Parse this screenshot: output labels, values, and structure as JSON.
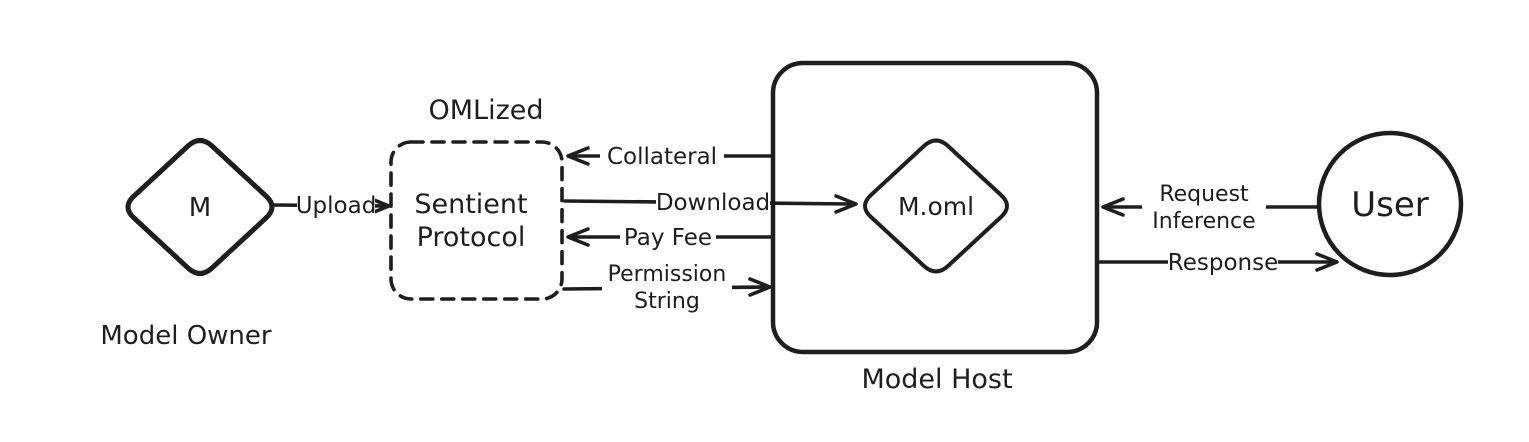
{
  "diagram": {
    "background": "#ffffff",
    "stroke_color": "#1e1e1e",
    "nodes": {
      "model_owner": {
        "shape": "diamond",
        "label": "M",
        "caption": "Model Owner"
      },
      "sentient_protocol": {
        "shape": "dashed-rounded-rect",
        "caption": "OMLized",
        "label_line1": "Sentient",
        "label_line2": "Protocol"
      },
      "model_host": {
        "shape": "rounded-rect",
        "caption": "Model Host"
      },
      "m_oml": {
        "shape": "diamond",
        "label": "M.oml"
      },
      "user": {
        "shape": "circle",
        "label": "User"
      }
    },
    "edges": {
      "upload": {
        "label": "Upload",
        "from": "model_owner",
        "to": "sentient_protocol",
        "direction": "right"
      },
      "collateral": {
        "label": "Collateral",
        "from": "model_host",
        "to": "sentient_protocol",
        "direction": "left"
      },
      "download": {
        "label": "Download",
        "from": "sentient_protocol",
        "to": "m_oml",
        "direction": "right"
      },
      "pay_fee": {
        "label": "Pay Fee",
        "from": "model_host",
        "to": "sentient_protocol",
        "direction": "left"
      },
      "permission_string": {
        "label_line1": "Permission",
        "label_line2": "String",
        "from": "sentient_protocol",
        "to": "model_host",
        "direction": "right"
      },
      "request_inference": {
        "label_line1": "Request",
        "label_line2": "Inference",
        "from": "user",
        "to": "model_host",
        "direction": "left"
      },
      "response": {
        "label": "Response",
        "from": "model_host",
        "to": "user",
        "direction": "right"
      }
    }
  }
}
